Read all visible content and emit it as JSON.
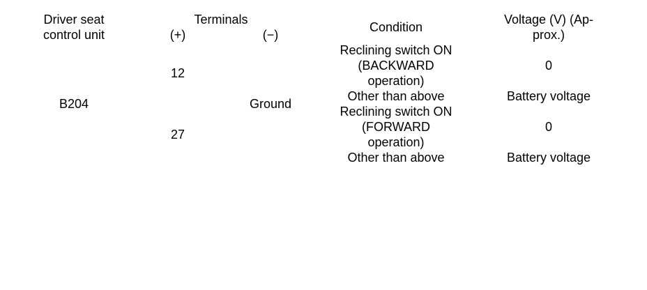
{
  "table": {
    "headers": {
      "col_unit": "Driver seat\ncontrol unit",
      "col_terminals": "Terminals",
      "col_terminal_positive": "(+)",
      "col_terminal_negative": "(−)",
      "col_condition": "Condition",
      "col_voltage": "Voltage (V) (Ap-\nprox.)"
    },
    "unit_name": "B204",
    "negative_terminal": "Ground",
    "groups": [
      {
        "terminal": "12",
        "rows": [
          {
            "condition": "Reclining switch ON\n(BACKWARD\noperation)",
            "voltage": "0"
          },
          {
            "condition": "Other than above",
            "voltage": "Battery voltage"
          }
        ]
      },
      {
        "terminal": "27",
        "rows": [
          {
            "condition": "Reclining switch ON\n(FORWARD\noperation)",
            "voltage": "0"
          },
          {
            "condition": "Other than above",
            "voltage": "Battery voltage"
          }
        ]
      }
    ]
  },
  "colors": {
    "rule": "#000000",
    "text": "#000000",
    "background": "#ffffff"
  }
}
